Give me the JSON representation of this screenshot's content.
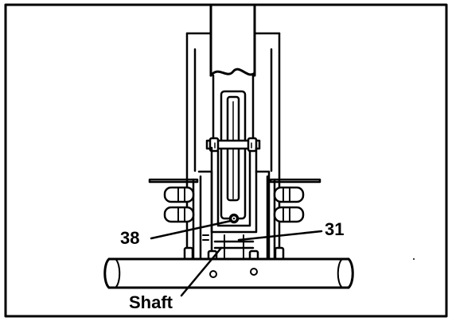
{
  "figure": {
    "callouts": [
      {
        "label": "38"
      },
      {
        "label": "31"
      },
      {
        "label": "Shaft"
      }
    ]
  }
}
